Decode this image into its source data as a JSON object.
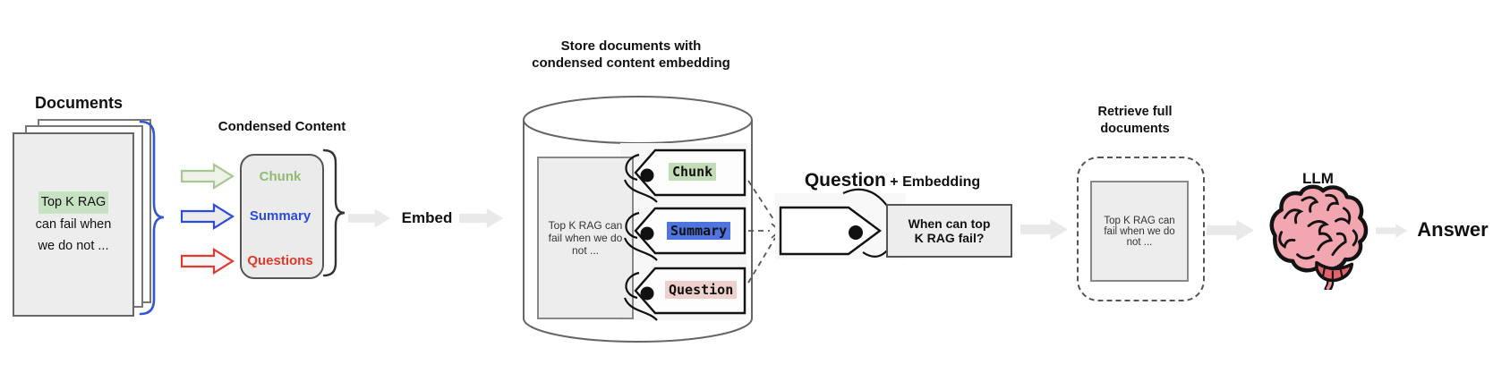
{
  "documents": {
    "title": "Documents",
    "doc_line1": "Top K RAG",
    "doc_line2": "can fail when",
    "doc_line3": "we do not ..."
  },
  "condensed": {
    "title": "Condensed Content",
    "items": [
      {
        "label": "Chunk",
        "color": "#8fbc75"
      },
      {
        "label": "Summary",
        "color": "#2b4bd8"
      },
      {
        "label": "Questions",
        "color": "#e0392d"
      }
    ]
  },
  "embed": {
    "label": "Embed"
  },
  "store": {
    "title_line1": "Store documents with",
    "title_line2": "condensed content embedding",
    "document_text": "Top K RAG can fail when we do not ...",
    "tags": [
      {
        "label": "Chunk",
        "highlight": "#c2ddb5"
      },
      {
        "label": "Summary",
        "highlight": "#4f74e0"
      },
      {
        "label": "Question",
        "highlight": "#eed0cd"
      }
    ]
  },
  "query": {
    "heading_question": "Question",
    "heading_embedding": "+ Embedding",
    "question_text": "When can top K RAG fail?"
  },
  "retrieve": {
    "title_line1": "Retrieve full",
    "title_line2": "documents",
    "document_text": "Top K RAG can fail when we do not ..."
  },
  "llm": {
    "label": "LLM"
  },
  "answer": {
    "label": "Answer"
  },
  "colors": {
    "arrow_green": "#a9c795",
    "arrow_blue": "#2b4bd8",
    "arrow_red": "#e0392d",
    "arrow_gray": "#e9e9e9",
    "brace_blue": "#3355d6",
    "doc_fill": "#ededed",
    "brain_pink": "#f2a6b0",
    "brain_dark": "#e4636b"
  }
}
